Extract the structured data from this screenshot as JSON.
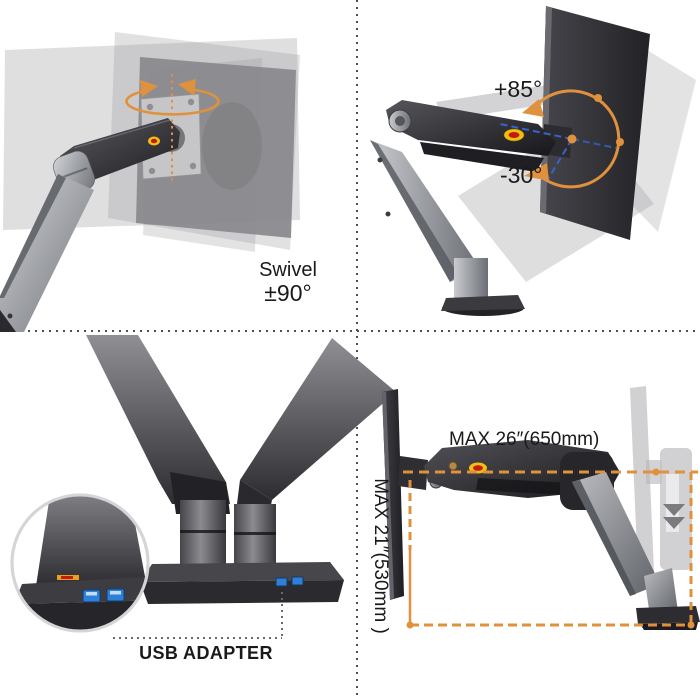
{
  "colors": {
    "accent_orange": "#E0913D",
    "dashed_blue": "#3565C8",
    "usb_blue": "#2E7FD6",
    "text": "#1A1A1A",
    "ghost_gray": "#A8A8AC",
    "arm_dark": "#2E2E33",
    "arm_silver": "#9EA0A6",
    "divider": "#4E4E4E"
  },
  "icons": {
    "rotation_arrows": "swivel-rotation-arrows",
    "swivel_axis": "vertical-dotted-axis",
    "tilt_arc": "tilt-range-arc",
    "tilt_guides": "blue-dashed-guides",
    "magnifier": "zoom-detail-circle",
    "usb_ports": "usb-3.0-ports",
    "dimension_box": "orange-dashed-dimension-box",
    "brand_logo": "NB"
  },
  "q1": {
    "line1": "Swivel",
    "line2": "±90°"
  },
  "q2": {
    "tilt_up": "+85°",
    "tilt_down": "-30°"
  },
  "q3": {
    "label": "USB ADAPTER"
  },
  "q4": {
    "width": "MAX 26″(650mm)",
    "height": "MAX 21″(530mm )"
  }
}
